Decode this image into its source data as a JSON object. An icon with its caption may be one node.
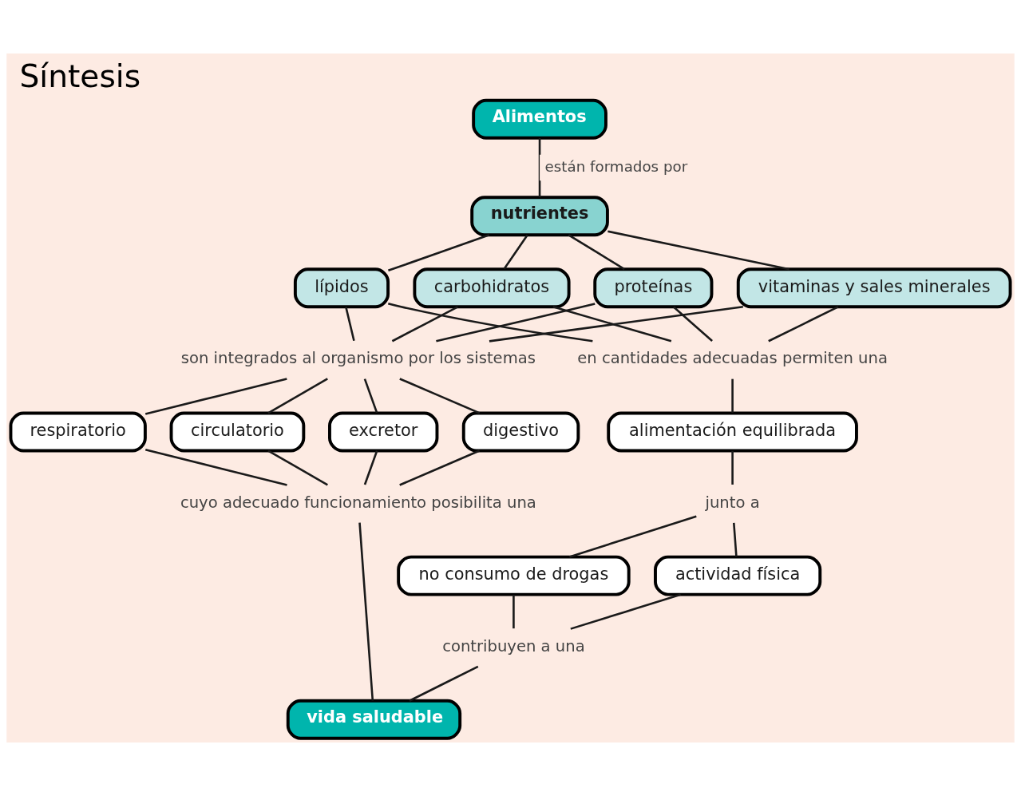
{
  "diagram": {
    "title": "Síntesis",
    "nodes": [
      {
        "text": [
          "Alimentos"
        ]
      },
      {
        "text": [
          "nutrientes"
        ]
      },
      {
        "text": [
          "proteínas"
        ]
      },
      {
        "text": [
          "carbohidratos"
        ]
      },
      {
        "text": [
          "lípidos"
        ]
      },
      {
        "text": [
          "vitaminas y sales minerales"
        ]
      },
      {
        "text": [
          "en cantidades adecuadas permiten una"
        ]
      },
      {
        "text": [
          "son integrados al organismo por los sistemas"
        ]
      },
      {
        "text": [
          "alimentación equilibrada"
        ]
      },
      {
        "text": [
          "digestivo"
        ]
      },
      {
        "text": [
          "respiratorio"
        ]
      },
      {
        "text": [
          "circulatorio"
        ]
      },
      {
        "text": [
          "excretor"
        ]
      },
      {
        "text": [
          "junto a"
        ]
      },
      {
        "text": [
          "actividad física"
        ]
      },
      {
        "text": [
          "no consumo de drogas"
        ]
      },
      {
        "text": [
          "cuyo adecuado funcionamiento posibilita una"
        ]
      },
      {
        "text": [
          "contribuyen a una"
        ]
      },
      {
        "text": [
          "vida saludable"
        ]
      }
    ],
    "edges": [
      {
        "from": 0,
        "to": 1,
        "arrow": "none",
        "label": "están formados por"
      },
      {
        "from": 1,
        "to": 2,
        "arrow": "none"
      },
      {
        "from": 1,
        "to": 3,
        "arrow": "none"
      },
      {
        "from": 1,
        "to": 4,
        "arrow": "none"
      },
      {
        "from": 1,
        "to": 5,
        "arrow": "none"
      },
      {
        "from": 2,
        "to": 6,
        "arrow": "none"
      },
      {
        "from": 3,
        "to": 6,
        "arrow": "none"
      },
      {
        "from": 4,
        "to": 6,
        "arrow": "none"
      },
      {
        "from": 5,
        "to": 6,
        "arrow": "none"
      },
      {
        "from": 2,
        "to": 7,
        "arrow": "none"
      },
      {
        "from": 3,
        "to": 7,
        "arrow": "none"
      },
      {
        "from": 4,
        "to": 7,
        "arrow": "none"
      },
      {
        "from": 5,
        "to": 7,
        "arrow": "none"
      },
      {
        "from": 6,
        "to": 8,
        "arrow": "none"
      },
      {
        "from": 7,
        "to": 9,
        "arrow": "none"
      },
      {
        "from": 7,
        "to": 10,
        "arrow": "none"
      },
      {
        "from": 7,
        "to": 11,
        "arrow": "none"
      },
      {
        "from": 7,
        "to": 12,
        "arrow": "none"
      },
      {
        "from": 8,
        "to": 13,
        "arrow": "none"
      },
      {
        "from": 13,
        "to": 14,
        "arrow": "none"
      },
      {
        "from": 13,
        "to": 15,
        "arrow": "none"
      },
      {
        "from": 9,
        "to": 16,
        "arrow": "none"
      },
      {
        "from": 10,
        "to": 16,
        "arrow": "none"
      },
      {
        "from": 11,
        "to": 16,
        "arrow": "none"
      },
      {
        "from": 12,
        "to": 16,
        "arrow": "none"
      },
      {
        "from": 14,
        "to": 17,
        "arrow": "none"
      },
      {
        "from": 15,
        "to": 17,
        "arrow": "none"
      },
      {
        "from": 16,
        "to": 18,
        "arrow": "none"
      },
      {
        "from": 17,
        "to": 18,
        "arrow": "none"
      }
    ]
  }
}
